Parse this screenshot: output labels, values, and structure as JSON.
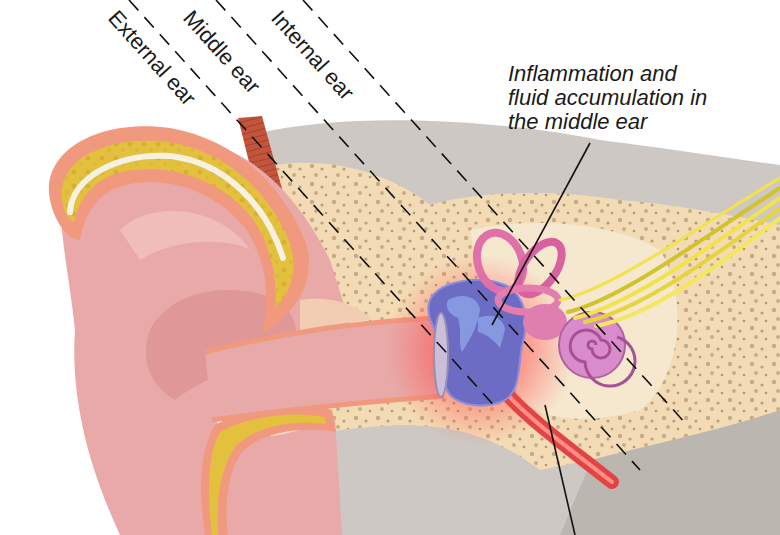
{
  "diagram": {
    "labels": [
      "External ear",
      "Middle ear",
      "Internal ear",
      "Inflammation and fluid accumulation in the middle ear"
    ]
  }
}
